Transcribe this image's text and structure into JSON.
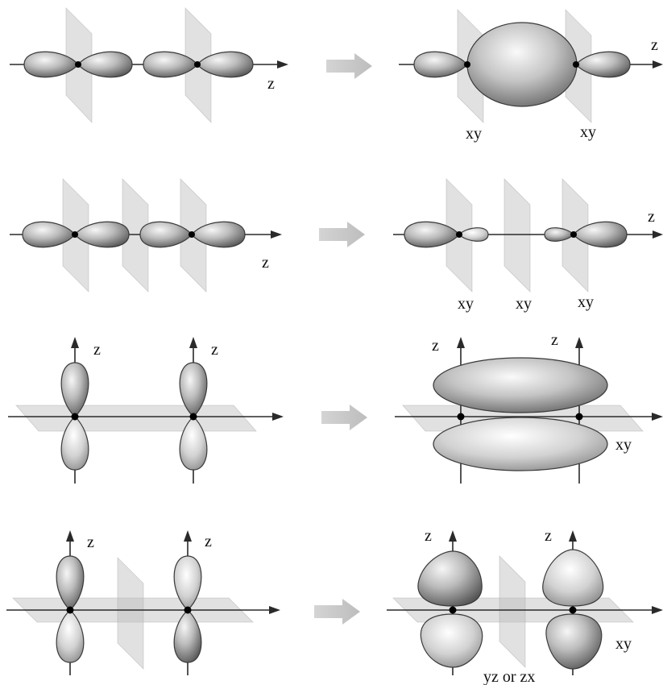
{
  "rows": [
    {
      "left": {
        "axis_labels": [
          "z"
        ]
      },
      "right": {
        "axis_labels": [
          "z"
        ],
        "plane_labels": [
          "xy",
          "xy"
        ]
      }
    },
    {
      "left": {
        "axis_labels": [
          "z"
        ]
      },
      "right": {
        "axis_labels": [
          "z"
        ],
        "plane_labels": [
          "xy",
          "xy",
          "xy"
        ]
      }
    },
    {
      "left": {
        "axis_labels": [
          "z",
          "z"
        ]
      },
      "right": {
        "axis_labels": [
          "z",
          "z"
        ],
        "plane_labels": [
          "xy"
        ]
      }
    },
    {
      "left": {
        "axis_labels": [
          "z",
          "z"
        ]
      },
      "right": {
        "axis_labels": [
          "z",
          "z"
        ],
        "plane_labels": [
          "xy",
          "yz or zx"
        ]
      }
    }
  ],
  "colors": {
    "arrow": "#c8c8c8",
    "lobe_dark": "#5a5a5a",
    "lobe_light": "#f4f4f4",
    "plane": "#bdbdbd",
    "axis": "#2a2a2a"
  }
}
